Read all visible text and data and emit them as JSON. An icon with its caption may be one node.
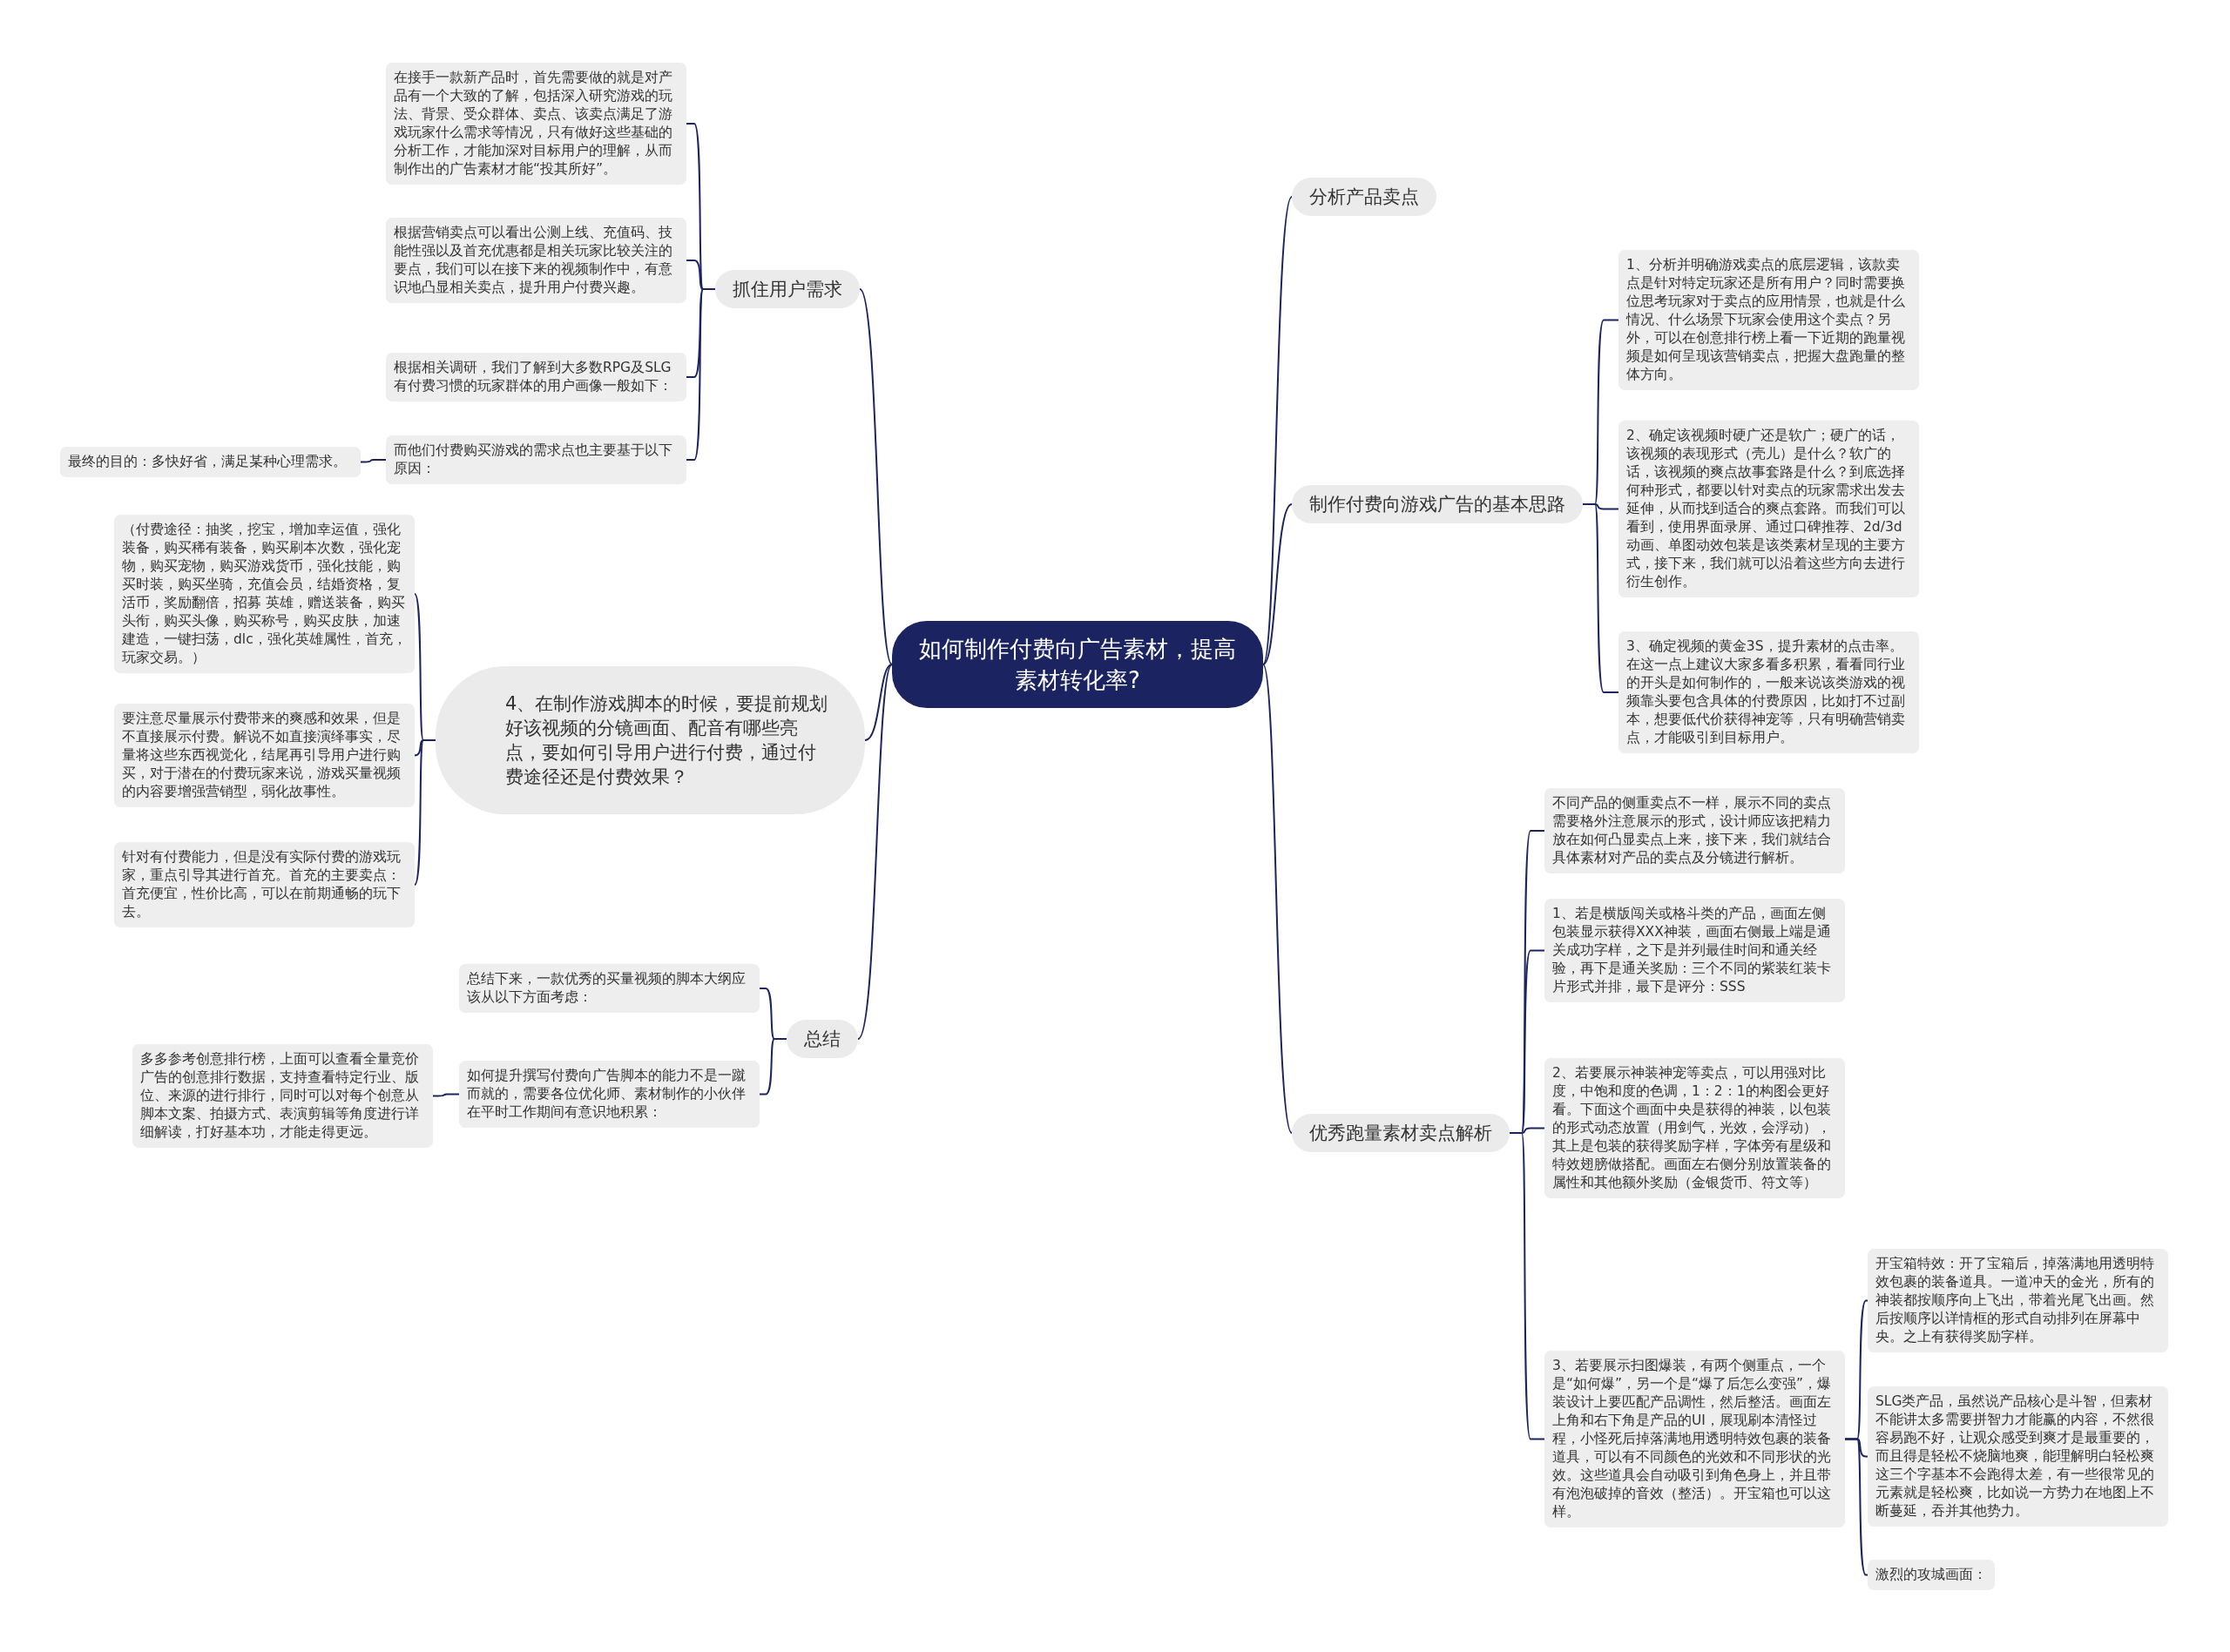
{
  "diagram": {
    "nodes": [
      {
        "text": [
          "如何制作付费向广告素材，提高素材转化率?"
        ]
      },
      {
        "text": [
          "分析产品卖点"
        ]
      },
      {
        "text": [
          "制作付费向游戏广告的基本思路"
        ]
      },
      {
        "text": [
          "优秀跑量素材卖点解析"
        ]
      },
      {
        "text": [
          "抓住用户需求"
        ]
      },
      {
        "text": [
          "4、在制作游戏脚本的时候，要提前规划好该视频的分镜画面、配音有哪些亮点，要如何引导用户进行付费，通过付费途径还是付费效果？"
        ]
      },
      {
        "text": [
          "总结"
        ]
      },
      {
        "text": [
          "在接手一款新产品时，首先需要做的就是对产品有一个大致的了解，包括深入研究游戏的玩法、背景、受众群体、卖点、该卖点满足了游戏玩家什么需求等情况，只有做好这些基础的分析工作，才能加深对目标用户的理解，从而制作出的广告素材才能“投其所好”。"
        ]
      },
      {
        "text": [
          "根据营销卖点可以看出公测上线、充值码、技能性强以及首充优惠都是相关玩家比较关注的要点，我们可以在接下来的视频制作中，有意识地凸显相关卖点，提升用户付费兴趣。"
        ]
      },
      {
        "text": [
          "根据相关调研，我们了解到大多数RPG及SLG有付费习惯的玩家群体的用户画像一般如下："
        ]
      },
      {
        "text": [
          "而他们付费购买游戏的需求点也主要基于以下原因："
        ]
      },
      {
        "text": [
          "最终的目的：多快好省，满足某种心理需求。"
        ]
      },
      {
        "text": [
          "（付费途径：抽奖，挖宝，增加幸运值，强化装备，购买稀有装备，购买刷本次数，强化宠物，购买宠物，购买游戏货币，强化技能，购买时装，购买坐骑，充值会员，结婚资格，复活币，奖励翻倍，招募 英雄，赠送装备，购买头衔，购买头像，购买称号，购买皮肤，加速建造，一键扫荡，dlc，强化英雄属性，首充，玩家交易。）"
        ]
      },
      {
        "text": [
          "要注意尽量展示付费带来的爽感和效果，但是不直接展示付费。解说不如直接演绎事实，尽量将这些东西视觉化，结尾再引导用户进行购买，对于潜在的付费玩家来说，游戏买量视频的内容要增强营销型，弱化故事性。"
        ]
      },
      {
        "text": [
          "针对有付费能力，但是没有实际付费的游戏玩家，重点引导其进行首充。首充的主要卖点：首充便宜，性价比高，可以在前期通畅的玩下去。"
        ]
      },
      {
        "text": [
          "总结下来，一款优秀的买量视频的脚本大纲应该从以下方面考虑："
        ]
      },
      {
        "text": [
          "如何提升撰写付费向广告脚本的能力不是一蹴而就的，需要各位优化师、素材制作的小伙伴在平时工作期间有意识地积累："
        ]
      },
      {
        "text": [
          "多多参考创意排行榜，上面可以查看全量竞价广告的创意排行数据，支持查看特定行业、版位、来源的进行排行，同时可以对每个创意从脚本文案、拍摄方式、表演剪辑等角度进行详细解读，打好基本功，才能走得更远。"
        ]
      },
      {
        "text": [
          "1、分析并明确游戏卖点的底层逻辑，该款卖点是针对特定玩家还是所有用户？同时需要换位思考玩家对于卖点的应用情景，也就是什么情况、什么场景下玩家会使用这个卖点？另外，可以在创意排行榜上看一下近期的跑量视频是如何呈现该营销卖点，把握大盘跑量的整体方向。"
        ]
      },
      {
        "text": [
          "2、确定该视频时硬广还是软广；硬广的话，该视频的表现形式（壳儿）是什么？软广的话，该视频的爽点故事套路是什么？到底选择何种形式，都要以针对卖点的玩家需求出发去延伸，从而找到适合的爽点套路。而我们可以看到，使用界面录屏、通过口碑推荐、2d/3d动画、单图动效包装是该类素材呈现的主要方式，接下来，我们就可以沿着这些方向去进行衍生创作。"
        ]
      },
      {
        "text": [
          "3、确定视频的黄金3S，提升素材的点击率。在这一点上建议大家多看多积累，看看同行业的开头是如何制作的，一般来说该类游戏的视频靠头要包含具体的付费原因，比如打不过副本，想要低代价获得神宠等，只有明确营销卖点，才能吸引到目标用户。"
        ]
      },
      {
        "text": [
          "不同产品的侧重卖点不一样，展示不同的卖点需要格外注意展示的形式，设计师应该把精力放在如何凸显卖点上来，接下来，我们就结合具体素材对产品的卖点及分镜进行解析。"
        ]
      },
      {
        "text": [
          "1、若是横版闯关或格斗类的产品，画面左侧包装显示获得XXX神装，画面右侧最上端是通关成功字样，之下是并列最佳时间和通关经验，再下是通关奖励：三个不同的紫装红装卡片形式并排，最下是评分：SSS"
        ]
      },
      {
        "text": [
          "2、若要展示神装神宠等卖点，可以用强对比度，中饱和度的色调，1：2：1的构图会更好看。下面这个画面中央是获得的神装，以包装的形式动态放置（用剑气，光效，会浮动），其上是包装的获得奖励字样，字体旁有星级和特效翅膀做搭配。画面左右侧分别放置装备的属性和其他额外奖励（金银货币、符文等）"
        ]
      },
      {
        "text": [
          "3、若要展示扫图爆装，有两个侧重点，一个是“如何爆”，另一个是“爆了后怎么变强”，爆装设计上要匹配产品调性，然后整活。画面左上角和右下角是产品的UI，展现刷本清怪过程，小怪死后掉落满地用透明特效包裹的装备道具，可以有不同颜色的光效和不同形状的光效。这些道具会自动吸引到角色身上，并且带有泡泡破掉的音效（整活）。开宝箱也可以这样。"
        ]
      },
      {
        "text": [
          "开宝箱特效：开了宝箱后，掉落满地用透明特效包裹的装备道具。一道冲天的金光，所有的神装都按顺序向上飞出，带着光尾飞出画。然后按顺序以详情框的形式自动排列在屏幕中央。之上有获得奖励字样。"
        ]
      },
      {
        "text": [
          "SLG类产品，虽然说产品核心是斗智，但素材不能讲太多需要拼智力才能赢的内容，不然很容易跑不好，让观众感受到爽才是最重要的，而且得是轻松不烧脑地爽，能理解明白轻松爽这三个字基本不会跑得太差，有一些很常见的元素就是轻松爽，比如说一方势力在地图上不断蔓延，吞并其他势力。"
        ]
      },
      {
        "text": [
          "激烈的攻城画面："
        ]
      }
    ],
    "edges": [
      {
        "from": 0,
        "to": 1,
        "arrow": "none"
      },
      {
        "from": 0,
        "to": 2,
        "arrow": "none"
      },
      {
        "from": 0,
        "to": 3,
        "arrow": "none"
      },
      {
        "from": 0,
        "to": 4,
        "arrow": "none"
      },
      {
        "from": 0,
        "to": 5,
        "arrow": "none"
      },
      {
        "from": 0,
        "to": 6,
        "arrow": "none"
      },
      {
        "from": 4,
        "to": 7,
        "arrow": "none"
      },
      {
        "from": 4,
        "to": 8,
        "arrow": "none"
      },
      {
        "from": 4,
        "to": 9,
        "arrow": "none"
      },
      {
        "from": 4,
        "to": 10,
        "arrow": "none"
      },
      {
        "from": 10,
        "to": 11,
        "arrow": "none"
      },
      {
        "from": 5,
        "to": 12,
        "arrow": "none"
      },
      {
        "from": 5,
        "to": 13,
        "arrow": "none"
      },
      {
        "from": 5,
        "to": 14,
        "arrow": "none"
      },
      {
        "from": 6,
        "to": 15,
        "arrow": "none"
      },
      {
        "from": 6,
        "to": 16,
        "arrow": "none"
      },
      {
        "from": 16,
        "to": 17,
        "arrow": "none"
      },
      {
        "from": 2,
        "to": 18,
        "arrow": "none"
      },
      {
        "from": 2,
        "to": 19,
        "arrow": "none"
      },
      {
        "from": 2,
        "to": 20,
        "arrow": "none"
      },
      {
        "from": 3,
        "to": 21,
        "arrow": "none"
      },
      {
        "from": 3,
        "to": 22,
        "arrow": "none"
      },
      {
        "from": 3,
        "to": 23,
        "arrow": "none"
      },
      {
        "from": 3,
        "to": 24,
        "arrow": "none"
      },
      {
        "from": 24,
        "to": 25,
        "arrow": "none"
      },
      {
        "from": 24,
        "to": 26,
        "arrow": "none"
      },
      {
        "from": 24,
        "to": 27,
        "arrow": "none"
      }
    ]
  }
}
